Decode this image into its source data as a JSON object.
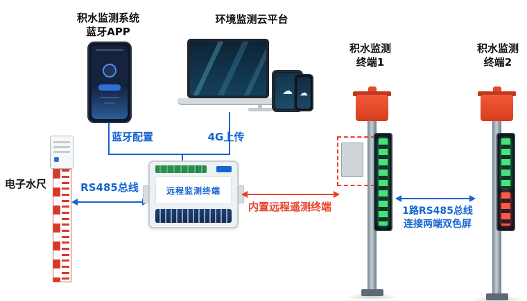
{
  "labels": {
    "phone_app_line1": "积水监测系统",
    "phone_app_line2": "蓝牙APP",
    "cloud_platform": "环境监测云平台",
    "bluetooth_config": "蓝牙配置",
    "upload_4g": "4G上传",
    "water_gauge": "电子水尺",
    "rs485_bus": "RS485总线",
    "builtin_rtu": "内置远程遥测终端",
    "terminal1_line1": "积水监测",
    "terminal1_line2": "终端1",
    "terminal2_line1": "积水监测",
    "terminal2_line2": "终端2",
    "dual_screen_line1": "1路RS485总线",
    "dual_screen_line2": "连接两端双色屏"
  },
  "devices": {
    "rtu_plate_label": "远程监测终端"
  },
  "icons": {
    "cloud": "☁"
  },
  "colors": {
    "link_blue": "#1464d2",
    "alert_red": "#e8422a",
    "pole_red": "#e04a28",
    "led_green": "#46e37b",
    "led_red": "#ff5747"
  }
}
